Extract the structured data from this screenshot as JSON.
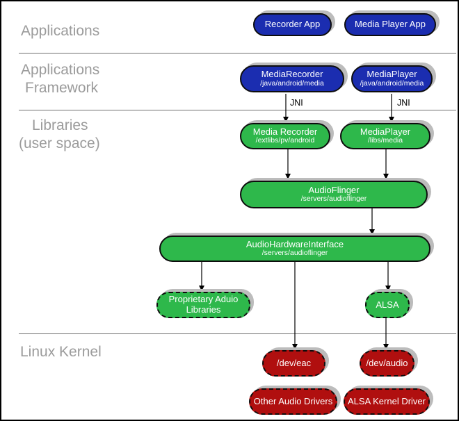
{
  "diagram": {
    "title_semantic": "Android audio system architecture diagram",
    "sections": {
      "applications": {
        "label": "Applications"
      },
      "applications_framework": {
        "label_line1": "Applications",
        "label_line2": "Framework"
      },
      "libraries": {
        "label_line1": "Libraries",
        "label_line2": "(user space)"
      },
      "linux_kernel": {
        "label": "Linux Kernel"
      }
    },
    "nodes": {
      "recorder_app": {
        "title": "Recorder App"
      },
      "media_player_app": {
        "title": "Media Player App"
      },
      "media_recorder_framework": {
        "title": "MediaRecorder",
        "subtitle": "/java/android/media"
      },
      "media_player_framework": {
        "title": "MediaPlayer",
        "subtitle": "/java/android/media"
      },
      "media_recorder_library": {
        "title": "Media Recorder",
        "subtitle": "/extlibs/pv/android"
      },
      "media_player_library": {
        "title": "MediaPlayer",
        "subtitle": "/libs/media"
      },
      "audio_flinger": {
        "title": "AudioFlinger",
        "subtitle": "/servers/audioflinger"
      },
      "audio_hardware_interface": {
        "title": "AudioHardwareInterface",
        "subtitle": "/servers/audioflinger"
      },
      "proprietary_audio_libraries": {
        "title": "Proprietary Aduio Libraries"
      },
      "alsa": {
        "title": "ALSA"
      },
      "dev_eac": {
        "title": "/dev/eac"
      },
      "dev_audio": {
        "title": "/dev/audio"
      },
      "other_audio_drivers": {
        "title": "Other Audio Drivers"
      },
      "alsa_kernel_driver": {
        "title": "ALSA Kernel Driver"
      }
    },
    "edge_labels": {
      "jni_left": "JNI",
      "jni_right": "JNI"
    },
    "colors": {
      "node_blue": "#1b2db0",
      "node_green": "#2eb84b",
      "node_red": "#b00f0f",
      "node_shadow": "#bcbcbc",
      "section_label_gray": "#9b9b9b",
      "separator_gray": "#6e6e6e",
      "edge_black": "#000000",
      "text_white": "#ffffff"
    }
  }
}
